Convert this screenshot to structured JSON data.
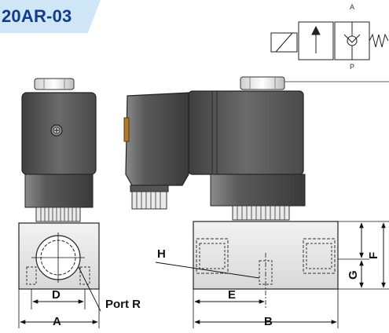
{
  "title": "20AR-03",
  "symbol": {
    "port_a": "A",
    "port_p": "P"
  },
  "dimensions": {
    "A": "A",
    "B": "B",
    "D": "D",
    "E": "E",
    "F": "F",
    "G": "G",
    "H": "H",
    "port_r": "Port  R"
  },
  "colors": {
    "title_tab_bg": "#cfe6f7",
    "title_text": "#0f3c8c",
    "coil_dark": "#4a4a4a",
    "coil_mid": "#6b6b6b",
    "body_fill": "#e6e6e6"
  }
}
